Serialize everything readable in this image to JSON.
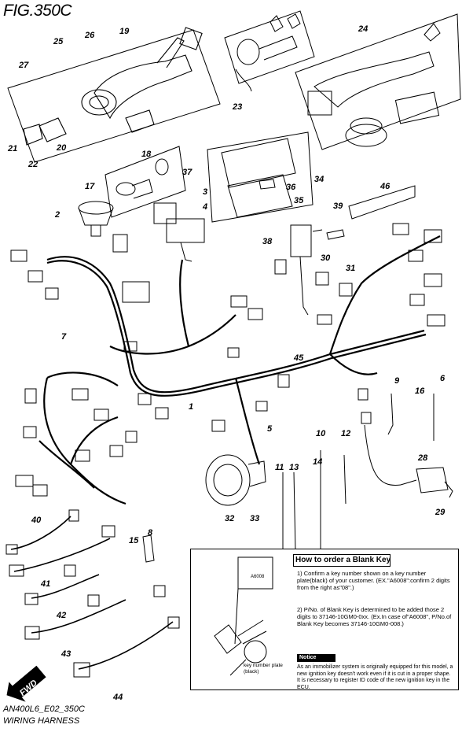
{
  "figure": {
    "title": "FIG.350C",
    "code": "AN400L6_E02_350C",
    "caption": "WIRING HARNESS"
  },
  "callouts": [
    "1",
    "2",
    "3",
    "4",
    "5",
    "6",
    "7",
    "8",
    "9",
    "10",
    "11",
    "12",
    "13",
    "14",
    "15",
    "16",
    "17",
    "18",
    "19",
    "20",
    "21",
    "22",
    "23",
    "24",
    "25",
    "26",
    "27",
    "28",
    "29",
    "30",
    "31",
    "32",
    "33",
    "34",
    "35",
    "36",
    "37",
    "38",
    "39",
    "40",
    "41",
    "42",
    "43",
    "44",
    "45",
    "46"
  ],
  "direction_label": "FWD",
  "blank_key": {
    "title": "How to order a Blank Key",
    "step1": "1) Confirm a key number shown on a key number plate(black) of your customer. (EX.\"A6008\":confirm 2 digits from the right as\"08\".)",
    "step2": "2) P/No. of Blank Key is determined to be added those 2 digits to 37146-10GM0-0xx. (Ex.In case of\"A6008\", P/No.of Blank Key becomes 37146-10GM0-008.)",
    "notice_label": "Notice",
    "notice_text": "As an immobilizer system is originally equipped for this model, a new ignition key doesn't work even if it is cut in a proper shape. It is necessary to register ID code of the new ignition key in the ECU.",
    "plate_caption": "key number plate (black)",
    "plate_code": "A6008"
  },
  "colors": {
    "line": "#000000",
    "background": "#ffffff"
  }
}
